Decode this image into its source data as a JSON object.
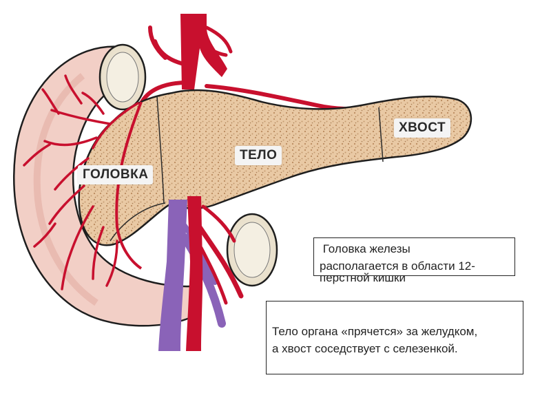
{
  "diagram": {
    "labels": {
      "head": "ГОЛОВКА",
      "body": "ТЕЛО",
      "tail": "ХВОСТ"
    },
    "notes": {
      "head_note": [
        " Головка железы",
        "располагается в области 12-",
        "перстной кишки"
      ],
      "body_tail_note": [
        "Тело органа «прячется» за желудком,",
        "а хвост соседствует с селезенкой."
      ]
    },
    "colors": {
      "duodenum_fill": "#f2cfc6",
      "duodenum_outline": "#1e1e1e",
      "pancreas_fill": "#e9c9a4",
      "pancreas_dots": "#b98a5e",
      "artery": "#c8102e",
      "vein": "#8a63b8",
      "bowel_lumen": "#f4efe2"
    }
  }
}
